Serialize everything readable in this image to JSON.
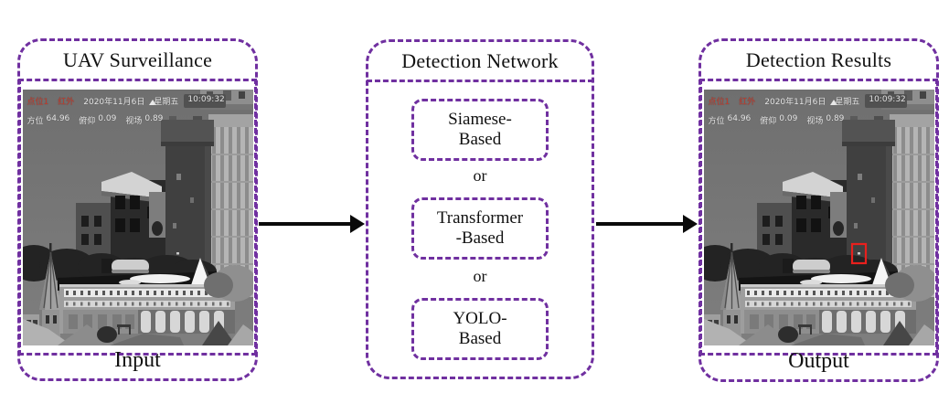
{
  "figure": {
    "panels": {
      "input": {
        "title": "UAV Surveillance",
        "caption": "Input"
      },
      "network": {
        "title": "Detection Network",
        "connector": "or",
        "methods": [
          {
            "line1": "Siamese-",
            "line2": "Based"
          },
          {
            "line1": "Transformer",
            "line2": "-Based"
          },
          {
            "line1": "YOLO-",
            "line2": "Based"
          }
        ]
      },
      "output": {
        "title": "Detection Results",
        "caption": "Output"
      }
    },
    "hud": {
      "line1": {
        "site": "点位1",
        "mode": "红外",
        "date": "2020年11月6日",
        "weekday": "星期五",
        "time": "10:09:32"
      },
      "line2": {
        "azimuth_label": "方位",
        "azimuth": "64.96",
        "pitch_label": "俯仰",
        "pitch": "0.09",
        "fov_label": "视场",
        "fov": "0.89"
      }
    },
    "colors": {
      "dash_purple": "#7030a0",
      "bbox_red": "#e8201d",
      "hud_red": "#c43b2c",
      "hud_white": "#e6e6e6",
      "arrow_black": "#0a0a0a"
    }
  }
}
